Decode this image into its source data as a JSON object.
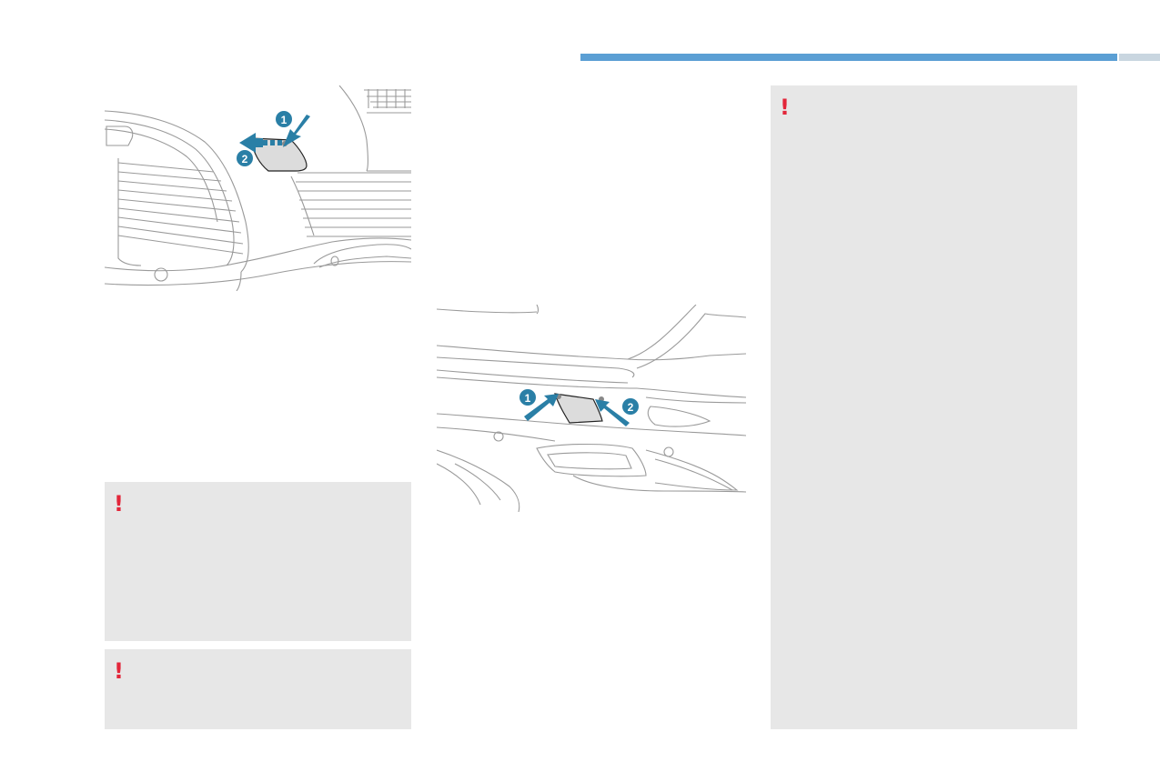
{
  "colors": {
    "accent_bar": "#5b9fd4",
    "accent_bar_tail": "#c9d6e0",
    "warning_bg": "#e7e7e7",
    "warning_mark": "#e3263a",
    "arrow_blue": "#2a7fa6",
    "line_art": "#9a9a9a"
  },
  "figure_front": {
    "callouts": [
      "1",
      "2"
    ]
  },
  "figure_rear": {
    "callouts": [
      "1",
      "2"
    ]
  },
  "warnings": [
    {
      "icon": "!"
    },
    {
      "icon": "!"
    },
    {
      "icon": "!"
    }
  ]
}
